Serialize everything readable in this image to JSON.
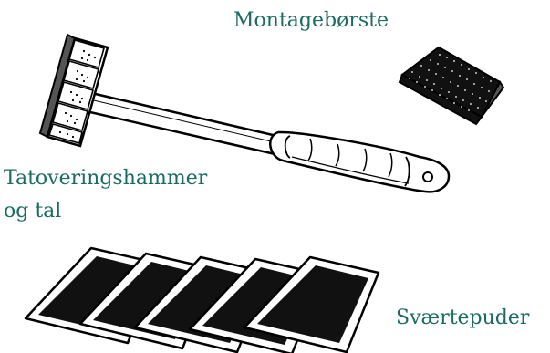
{
  "labels": {
    "brush": "Montagebørste",
    "hammer_line1": "Tatoveringshammer",
    "hammer_line2": "og tal",
    "pads": "Sværtepuder"
  },
  "colors": {
    "label_text": "#1a6b63",
    "outline": "#000000",
    "fill_dark": "#111111",
    "fill_light": "#ffffff",
    "shadow": "#d9d9d9"
  },
  "illustration": {
    "hammer": "tattoo-hammer-with-number-head",
    "brush": "mounting-brush-bristle-pad",
    "pads": [
      "ink-pad",
      "ink-pad",
      "ink-pad",
      "ink-pad",
      "ink-pad"
    ]
  }
}
